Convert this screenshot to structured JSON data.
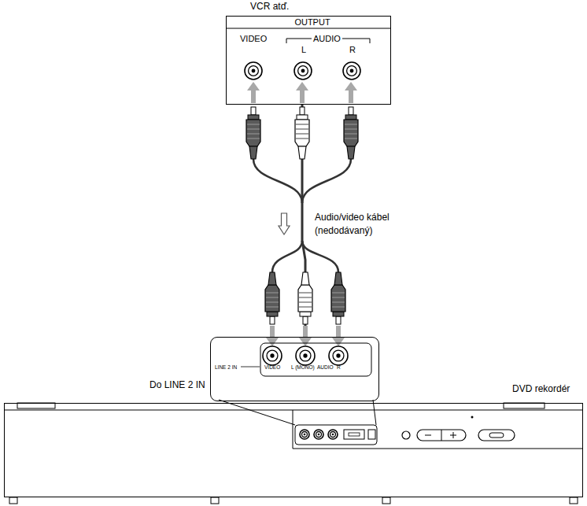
{
  "diagram": {
    "nodes": [
      {
        "text": [
          "VCR atď.",
          "OUTPUT",
          "VIDEO",
          "AUDIO",
          "L",
          "R"
        ]
      },
      {
        "text": [
          "LINE 2 IN",
          "VIDEO",
          "L (MONO)",
          "AUDIO",
          "R"
        ]
      },
      {
        "text": [
          "DVD rekordér"
        ]
      }
    ],
    "edges": [
      {
        "from": 0,
        "to": 1,
        "arrow": "none",
        "label": "Audio/video kábel (nedodávaný)"
      }
    ],
    "labels": [
      "Do LINE 2 IN"
    ]
  }
}
